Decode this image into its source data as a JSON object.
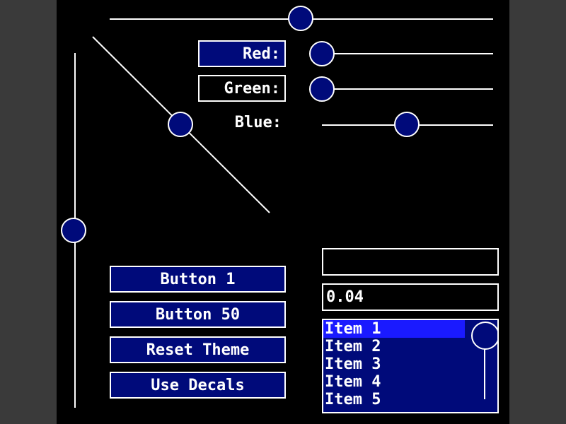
{
  "colors": {
    "background": "#000000",
    "panel": "#000a7a",
    "accent": "#1a1aff",
    "line": "#ffffff"
  },
  "sliders": {
    "top": {
      "value": 0.5
    },
    "red": {
      "label": "Red:",
      "value": 0.0
    },
    "green": {
      "label": "Green:",
      "value": 0.0
    },
    "blue": {
      "label": "Blue:",
      "value": 0.5
    },
    "diagonal": {
      "value": 0.5
    },
    "vertical": {
      "value": 0.5
    }
  },
  "buttons": {
    "button1": "Button 1",
    "button50": "Button 50",
    "reset_theme": "Reset Theme",
    "use_decals": "Use Decals"
  },
  "text_input_1": {
    "value": ""
  },
  "text_input_2": {
    "value": "0.04"
  },
  "list": {
    "items": [
      "Item 1",
      "Item 2",
      "Item 3",
      "Item 4",
      "Item 5"
    ],
    "selected_index": 0
  }
}
